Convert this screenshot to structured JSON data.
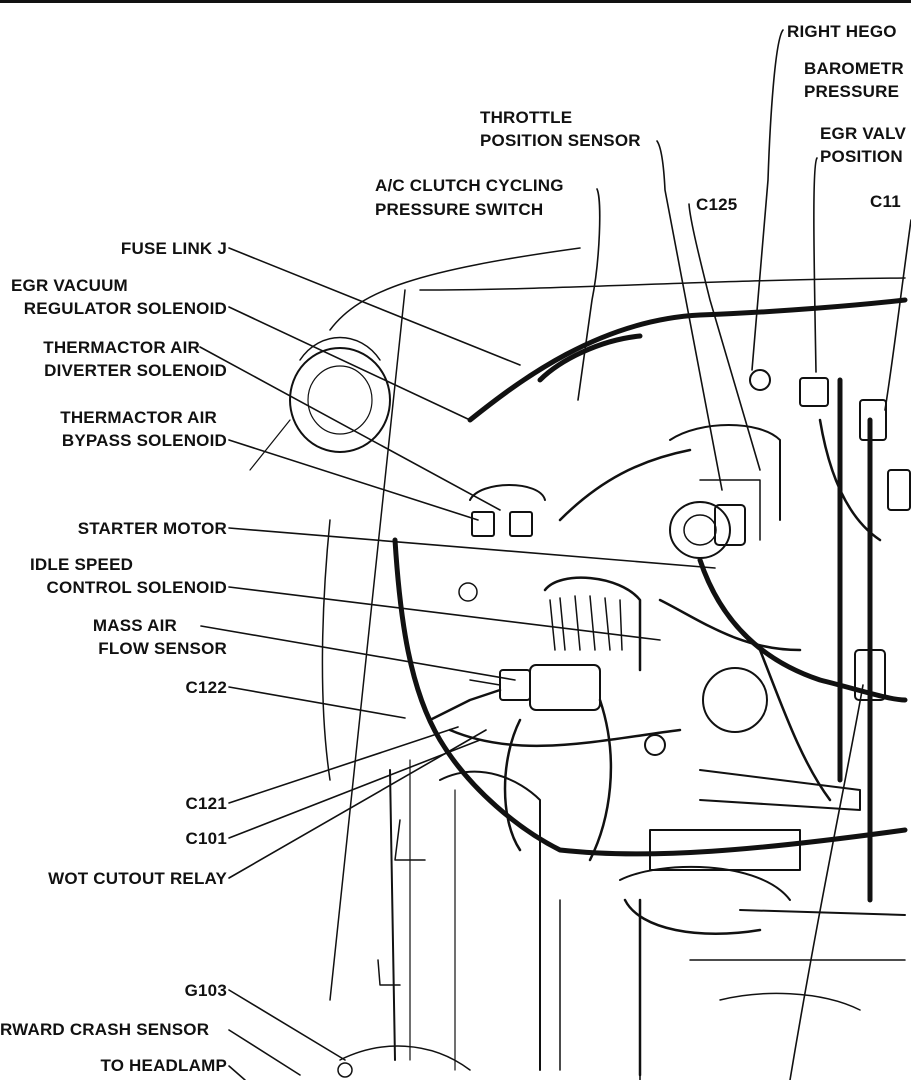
{
  "diagram": {
    "labels": {
      "right_hego": "RIGHT HEGO",
      "barometric_line1": "BAROMETR",
      "barometric_line2": "PRESSURE",
      "throttle_line1": "THROTTLE",
      "throttle_line2": "POSITION SENSOR",
      "egr_valve_line1": "EGR VALV",
      "egr_valve_line2": "POSITION",
      "ac_clutch_line1": "A/C CLUTCH CYCLING",
      "ac_clutch_line2": "PRESSURE SWITCH",
      "c125": "C125",
      "c11": "C11",
      "fuse_link_j": "FUSE LINK J",
      "egr_vacuum_line1": "EGR VACUUM",
      "egr_vacuum_line2": "REGULATOR SOLENOID",
      "thermactor_diverter_line1": "THERMACTOR AIR",
      "thermactor_diverter_line2": "DIVERTER SOLENOID",
      "thermactor_bypass_line1": "THERMACTOR AIR",
      "thermactor_bypass_line2": "BYPASS SOLENOID",
      "starter_motor": "STARTER MOTOR",
      "idle_speed_line1": "IDLE SPEED",
      "idle_speed_line2": "CONTROL SOLENOID",
      "mass_air_line1": "MASS AIR",
      "mass_air_line2": "FLOW SENSOR",
      "c122": "C122",
      "c121": "C121",
      "c101": "C101",
      "wot_cutout_relay": "WOT CUTOUT RELAY",
      "g103": "G103",
      "forward_crash_sensor": "RWARD CRASH SENSOR",
      "to_headlamp": "TO HEADLAMP"
    },
    "colors": {
      "ink": "#111111",
      "paper": "#ffffff"
    }
  }
}
